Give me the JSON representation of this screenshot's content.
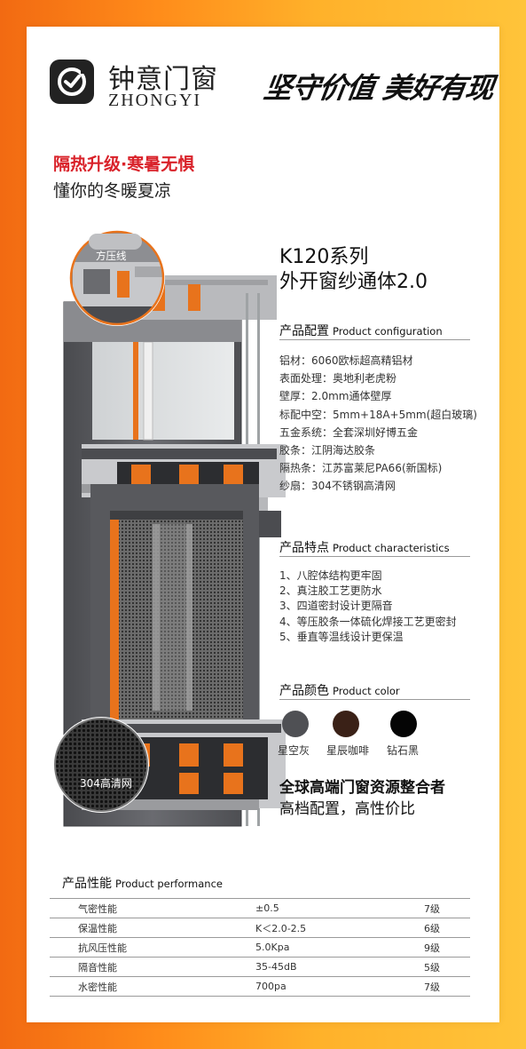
{
  "brand": {
    "name_cn": "钟意门窗",
    "name_en": "ZHONGYI",
    "slogan": "坚守价值 美好有现"
  },
  "tagline": {
    "red": "隔热升级·寒暑无惧",
    "sub": "懂你的冬暖夏凉"
  },
  "callouts": {
    "top": "方压线",
    "bottom": "304高清网"
  },
  "series": {
    "line1": "K120系列",
    "line2": "外开窗纱通体2.0"
  },
  "config": {
    "title_cn": "产品配置",
    "title_en": "Product configuration",
    "items": [
      "铝材：6060欧标超高精铝材",
      "表面处理：奥地利老虎粉",
      "壁厚：2.0mm通体壁厚",
      "标配中空：5mm+18A+5mm(超白玻璃)",
      "五金系统：全套深圳好博五金",
      "胶条：江阴海达胶条",
      "隔热条：江苏富莱尼PA66(新国标)",
      "纱扇：304不锈钢高清网"
    ]
  },
  "features": {
    "title_cn": "产品特点",
    "title_en": "Product characteristics",
    "items": [
      "1、八腔体结构更牢固",
      "2、真注胶工艺更防水",
      "3、四道密封设计更隔音",
      "4、等压胶条一体硫化焊接工艺更密封",
      "5、垂直等温线设计更保温"
    ]
  },
  "colors": {
    "title_cn": "产品颜色",
    "title_en": "Product color",
    "items": [
      {
        "label": "星空灰",
        "hex": "#4f5054"
      },
      {
        "label": "星辰咖啡",
        "hex": "#3a2117"
      },
      {
        "label": "钻石黑",
        "hex": "#050505"
      }
    ]
  },
  "promo": {
    "line1": "全球高端门窗资源整合者",
    "line2": "高档配置，高性价比"
  },
  "performance": {
    "title_cn": "产品性能",
    "title_en": "Product performance",
    "rows": [
      {
        "name": "气密性能",
        "value": "±0.5",
        "grade": "7级"
      },
      {
        "name": "保温性能",
        "value": "K＜2.0-2.5",
        "grade": "6级"
      },
      {
        "name": "抗风压性能",
        "value": "5.0Kpa",
        "grade": "9级"
      },
      {
        "name": "隔音性能",
        "value": "35-45dB",
        "grade": "5级"
      },
      {
        "name": "水密性能",
        "value": "700pa",
        "grade": "7级"
      }
    ]
  },
  "theme": {
    "accent_red": "#d9222a",
    "frame_gray": "#5a5b5f",
    "thermal_orange": "#e8731c"
  }
}
